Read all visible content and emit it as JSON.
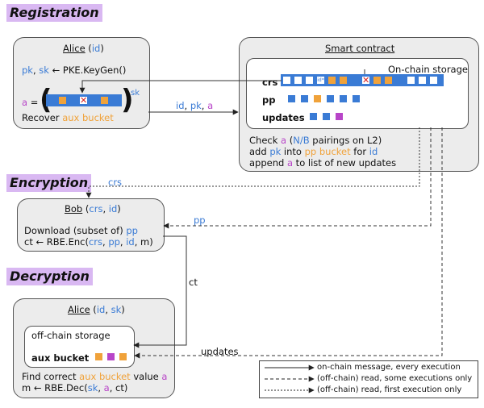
{
  "sections": {
    "registration": "Registration",
    "encryption": "Encryption",
    "decryption": "Decryption"
  },
  "alice_reg": {
    "title": "Alice",
    "title_open": " (",
    "id": "id",
    "title_close": ")",
    "keygen_pk": "pk",
    "keygen_comma": ", ",
    "keygen_sk": "sk",
    "keygen_rest": " ← PKE.KeyGen()",
    "a_label": "a",
    "a_eq": " =",
    "sk_sup": "sk",
    "recover_text": "Recover ",
    "recover_aux": "aux bucket"
  },
  "msg_reg": {
    "id": "id",
    "sep1": ", ",
    "pk": "pk",
    "sep2": ", ",
    "a": "a"
  },
  "contract": {
    "title": "Smart contract",
    "storage_title": "On-chain storage",
    "crs_label": "crs",
    "crs_id_cell": "id*",
    "pp_label": "pp",
    "updates_label": "updates",
    "check_1": "Check ",
    "check_a": "a",
    "check_2": " (",
    "check_nb": "N/B",
    "check_3": " pairings on L2)",
    "add_1": "add ",
    "add_pk": "pk",
    "add_2": " into ",
    "add_pp": "pp bucket",
    "add_3": " for ",
    "add_id": "id",
    "append_1": "append ",
    "append_a": "a",
    "append_2": " to list of new updates"
  },
  "bob": {
    "title": "Bob",
    "title_open": " (",
    "crs": "crs",
    "comma": ", ",
    "id": "id",
    "title_close": ")",
    "download_1": "Download (subset of) ",
    "download_pp": "pp",
    "enc_1": "ct ← RBE.Enc(",
    "enc_crs": "crs",
    "enc_c1": ", ",
    "enc_pp": "pp",
    "enc_c2": ", ",
    "enc_id": "id",
    "enc_2": ", m)"
  },
  "edge_labels": {
    "crs": "crs",
    "pp": "pp",
    "ct": "ct",
    "updates": "updates"
  },
  "alice_dec": {
    "title": "Alice",
    "title_open": " (",
    "id": "id",
    "comma": ", ",
    "sk": "sk",
    "title_close": ")",
    "storage_title": "off-chain storage",
    "aux_label": "aux bucket",
    "find_1": "Find correct ",
    "find_aux": "aux bucket",
    "find_2": " value ",
    "find_a": "a",
    "dec_1": "m ← RBE.Dec(",
    "dec_sk": "sk",
    "dec_c1": ", ",
    "dec_a": "a",
    "dec_2": ", ct)"
  },
  "legend": [
    {
      "text": "on-chain message, every execution",
      "style": "solid"
    },
    {
      "text": "(off-chain) read, some executions only",
      "style": "dashed"
    },
    {
      "text": "(off-chain) read, first execution only",
      "style": "dotted"
    }
  ],
  "colors": {
    "blue": "#3a7bd5",
    "orange": "#f0a23a",
    "purple": "#b845c8",
    "section_bg": "#d9b8f2"
  },
  "squares": {
    "a_vector": [
      "blue",
      "orange",
      "blue",
      "cross",
      "blue",
      "orange",
      "blue"
    ],
    "crs_vector": [
      "white",
      "white",
      "white",
      "id-star",
      "orange",
      "orange",
      "blue",
      "cross",
      "orange",
      "orange",
      "blue",
      "white",
      "white",
      "white"
    ],
    "pp_vector": [
      "blue",
      "blue",
      "orange",
      "blue",
      "blue",
      "blue"
    ],
    "updates_vector": [
      "blue",
      "blue",
      "purple"
    ],
    "aux_vector": [
      "orange",
      "purple",
      "orange"
    ]
  }
}
